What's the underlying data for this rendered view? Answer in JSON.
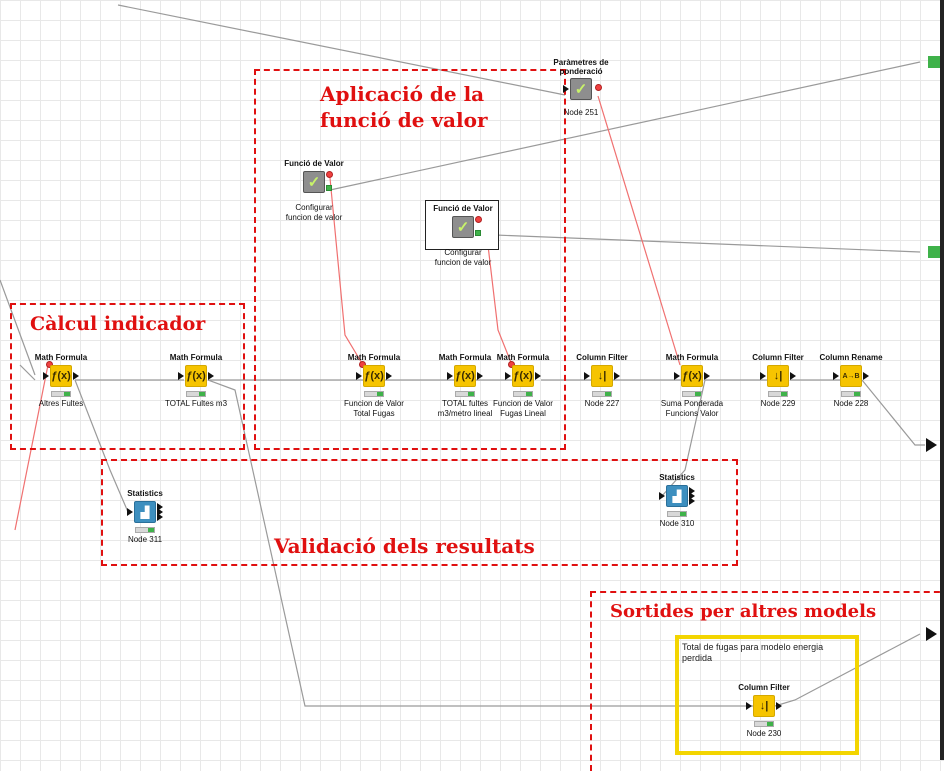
{
  "annotations": {
    "calcul": "Càlcul indicador",
    "aplicacio_line1": "Aplicació de la",
    "aplicacio_line2": "funció de valor",
    "validacio": "Validació dels resultats",
    "sortides": "Sortides per altres models"
  },
  "colors": {
    "annotation_red": "#e01010",
    "highlight_yellow": "#f3d500",
    "node_yellow": "#f6c400",
    "node_blue": "#3d8fbf",
    "port_green": "#3fb24a",
    "port_red": "#f04040"
  },
  "note_text": "Total de fugas para modelo energia perdida",
  "nodes": {
    "math_altres": {
      "title": "Math Formula",
      "icon": "math-formula-icon",
      "glyph": "ƒ(x)",
      "label1": "Altres Fultes",
      "label2": ""
    },
    "math_total": {
      "title": "Math Formula",
      "icon": "math-formula-icon",
      "glyph": "ƒ(x)",
      "label1": "TOTAL Fultes m3",
      "label2": ""
    },
    "math_funcion_total": {
      "title": "Math Formula",
      "icon": "math-formula-icon",
      "glyph": "ƒ(x)",
      "label1": "Funcion de Valor",
      "label2": "Total Fugas"
    },
    "math_total_lineal": {
      "title": "Math Formula",
      "icon": "math-formula-icon",
      "glyph": "ƒ(x)",
      "label1": "TOTAL fultes",
      "label2": "m3/metro lineal"
    },
    "math_funcion_lineal": {
      "title": "Math Formula",
      "icon": "math-formula-icon",
      "glyph": "ƒ(x)",
      "label1": "Funcion de Valor",
      "label2": "Fugas Lineal"
    },
    "column_filter_227": {
      "title": "Column Filter",
      "icon": "column-filter-icon",
      "glyph": "↓|",
      "label1": "Node 227",
      "label2": ""
    },
    "math_suma": {
      "title": "Math Formula",
      "icon": "math-formula-icon",
      "glyph": "ƒ(x)",
      "label1": "Suma Ponderada",
      "label2": "Funcions Valor"
    },
    "column_filter_229": {
      "title": "Column Filter",
      "icon": "column-filter-icon",
      "glyph": "↓|",
      "label1": "Node 229",
      "label2": ""
    },
    "column_rename_228": {
      "title": "Column Rename",
      "icon": "column-rename-icon",
      "glyph": "A→B",
      "label1": "Node 228",
      "label2": ""
    },
    "statistics_311": {
      "title": "Statistics",
      "icon": "statistics-icon",
      "glyph": "▟",
      "label1": "Node 311",
      "label2": ""
    },
    "statistics_310": {
      "title": "Statistics",
      "icon": "statistics-icon",
      "glyph": "▟",
      "label1": "Node 310",
      "label2": ""
    },
    "column_filter_230": {
      "title": "Column Filter",
      "icon": "column-filter-icon",
      "glyph": "↓|",
      "label1": "Node 230",
      "label2": ""
    },
    "funcio_valor_1": {
      "title": "Funció de Valor",
      "icon": "check-icon",
      "glyph": "✓",
      "label1": "Configurar",
      "label2": "funcion de valor"
    },
    "funcio_valor_2": {
      "title": "Funció de Valor",
      "icon": "check-icon",
      "glyph": "✓",
      "label1": "Configurar",
      "label2": "funcion de valor"
    },
    "parametres": {
      "title": "Paràmetres de",
      "title2": "ponderació",
      "icon": "check-icon",
      "glyph": "✓",
      "label1": "Node 251",
      "label2": ""
    }
  }
}
